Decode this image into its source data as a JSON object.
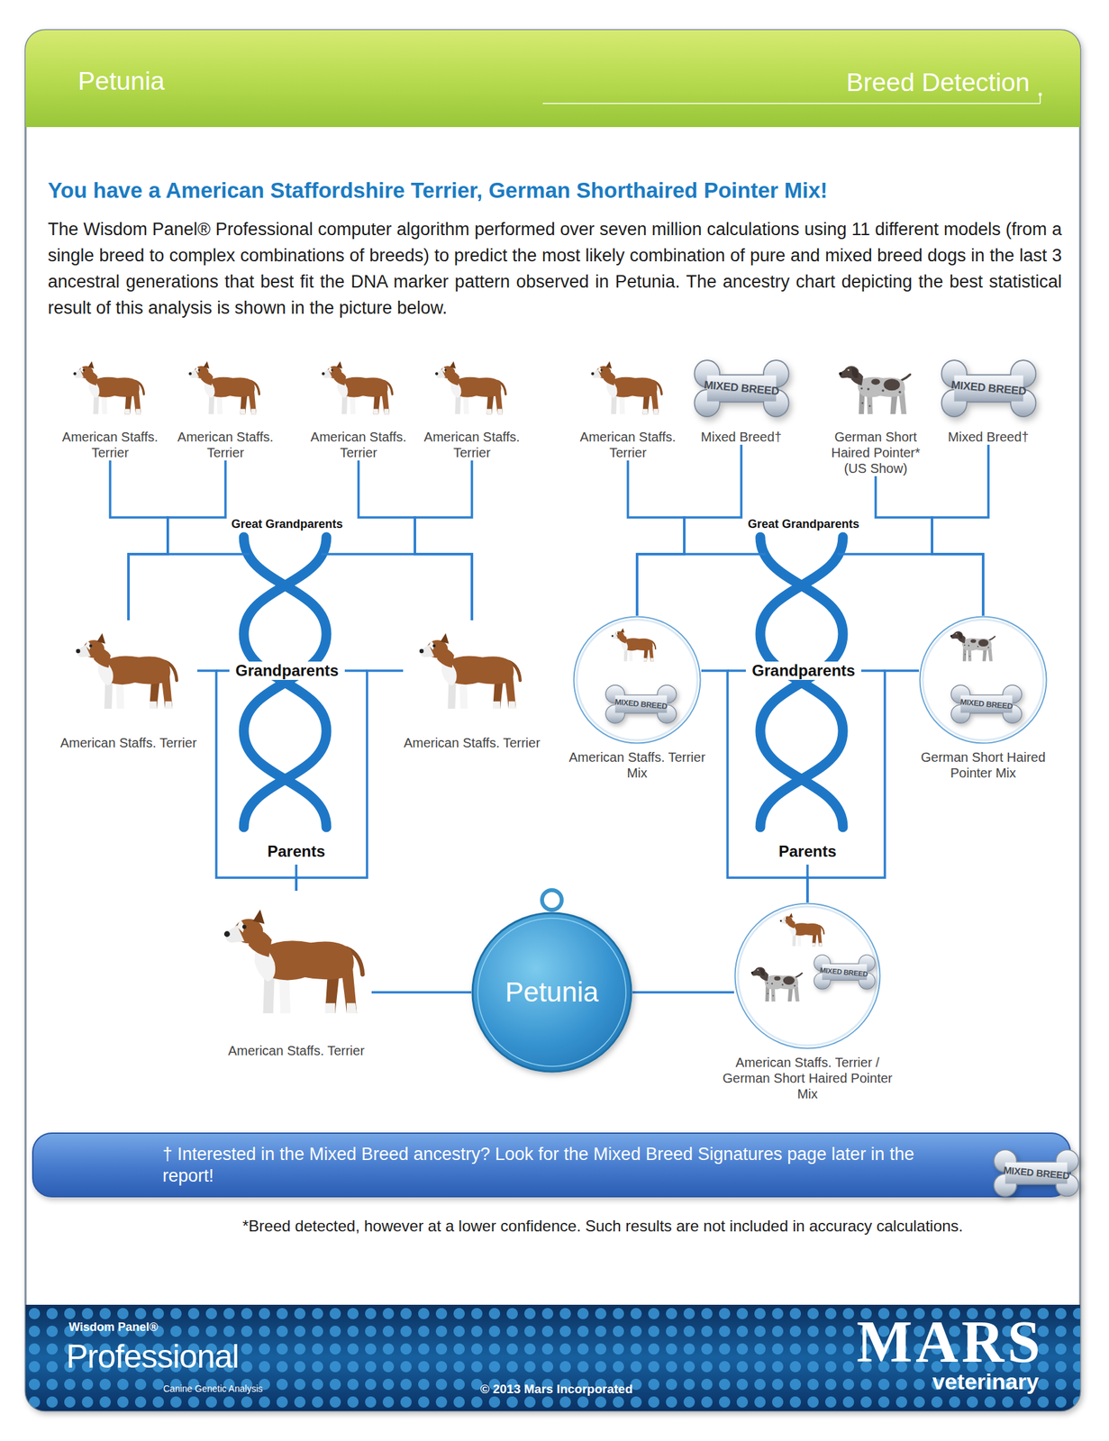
{
  "diagram": {
    "title": "You have a American Staffordshire Terrier, German Shorthaired Pointer Mix!",
    "nodes": [
      {
        "text": [
          "Petunia",
          "Breed Detection"
        ]
      },
      {
        "text": [
          "American Staffs. Terrier"
        ]
      },
      {
        "text": [
          "American Staffs. Terrier"
        ]
      },
      {
        "text": [
          "American Staffs. Terrier"
        ]
      },
      {
        "text": [
          "American Staffs. Terrier"
        ]
      },
      {
        "text": [
          "American Staffs. Terrier"
        ]
      },
      {
        "text": [
          "MIXED BREED",
          "Mixed Breed†"
        ]
      },
      {
        "text": [
          "German Short Haired Pointer* (US Show)"
        ]
      },
      {
        "text": [
          "MIXED BREED",
          "Mixed Breed†"
        ]
      },
      {
        "text": [
          "American Staffs. Terrier"
        ]
      },
      {
        "text": [
          "American Staffs. Terrier"
        ]
      },
      {
        "text": [
          "American Staffs. Terrier Mix"
        ]
      },
      {
        "text": [
          "MIXED BREED"
        ],
        "in": 11
      },
      {
        "text": [
          "German Short Haired Pointer Mix"
        ]
      },
      {
        "text": [
          "MIXED BREED"
        ],
        "in": 13
      },
      {
        "text": [
          "American Staffs. Terrier"
        ]
      },
      {
        "text": [
          "Petunia"
        ]
      },
      {
        "text": [
          "American Staffs. Terrier / German Short Haired Pointer Mix"
        ]
      },
      {
        "text": [
          "MIXED BREED"
        ],
        "in": 17
      },
      {
        "text": [
          "† Interested in the Mixed Breed ancestry? Look for the Mixed Breed Signatures page later in the report!"
        ]
      },
      {
        "text": [
          "MIXED BREED"
        ],
        "in": 19
      },
      {
        "text": [
          "Wisdom Panel®",
          "Professional",
          "Canine Genetic Analysis",
          "© 2013 Mars Incorporated",
          "MARS",
          "veterinary"
        ]
      }
    ],
    "edges": [
      {
        "from": 1,
        "to": 9,
        "arrow": "none"
      },
      {
        "from": 2,
        "to": 9,
        "arrow": "none"
      },
      {
        "from": 3,
        "to": 10,
        "arrow": "none"
      },
      {
        "from": 4,
        "to": 10,
        "arrow": "none"
      },
      {
        "from": 5,
        "to": 11,
        "arrow": "none"
      },
      {
        "from": 6,
        "to": 11,
        "arrow": "none"
      },
      {
        "from": 7,
        "to": 13,
        "arrow": "none"
      },
      {
        "from": 8,
        "to": 13,
        "arrow": "none"
      },
      {
        "from": 9,
        "to": 15,
        "arrow": "none"
      },
      {
        "from": 10,
        "to": 15,
        "arrow": "none"
      },
      {
        "from": 11,
        "to": 17,
        "arrow": "none"
      },
      {
        "from": 13,
        "to": 17,
        "arrow": "none"
      },
      {
        "from": 15,
        "to": 16,
        "arrow": "none"
      },
      {
        "from": 17,
        "to": 16,
        "arrow": "none"
      }
    ],
    "labels": [
      "The Wisdom Panel® Professional computer algorithm performed over seven million calculations using 11 different models (from a single breed to complex combinations of breeds) to predict the most likely combination of pure and mixed breed dogs in the last 3 ancestral generations that best fit the DNA marker pattern observed in Petunia. The ancestry chart depicting the best statistical result of this analysis is shown in the picture below.",
      "Great Grandparents",
      "Great Grandparents",
      "Grandparents",
      "Grandparents",
      "Parents",
      "Parents",
      "*Breed detected, however at a lower confidence. Such results are not included in accuracy calculations."
    ]
  }
}
